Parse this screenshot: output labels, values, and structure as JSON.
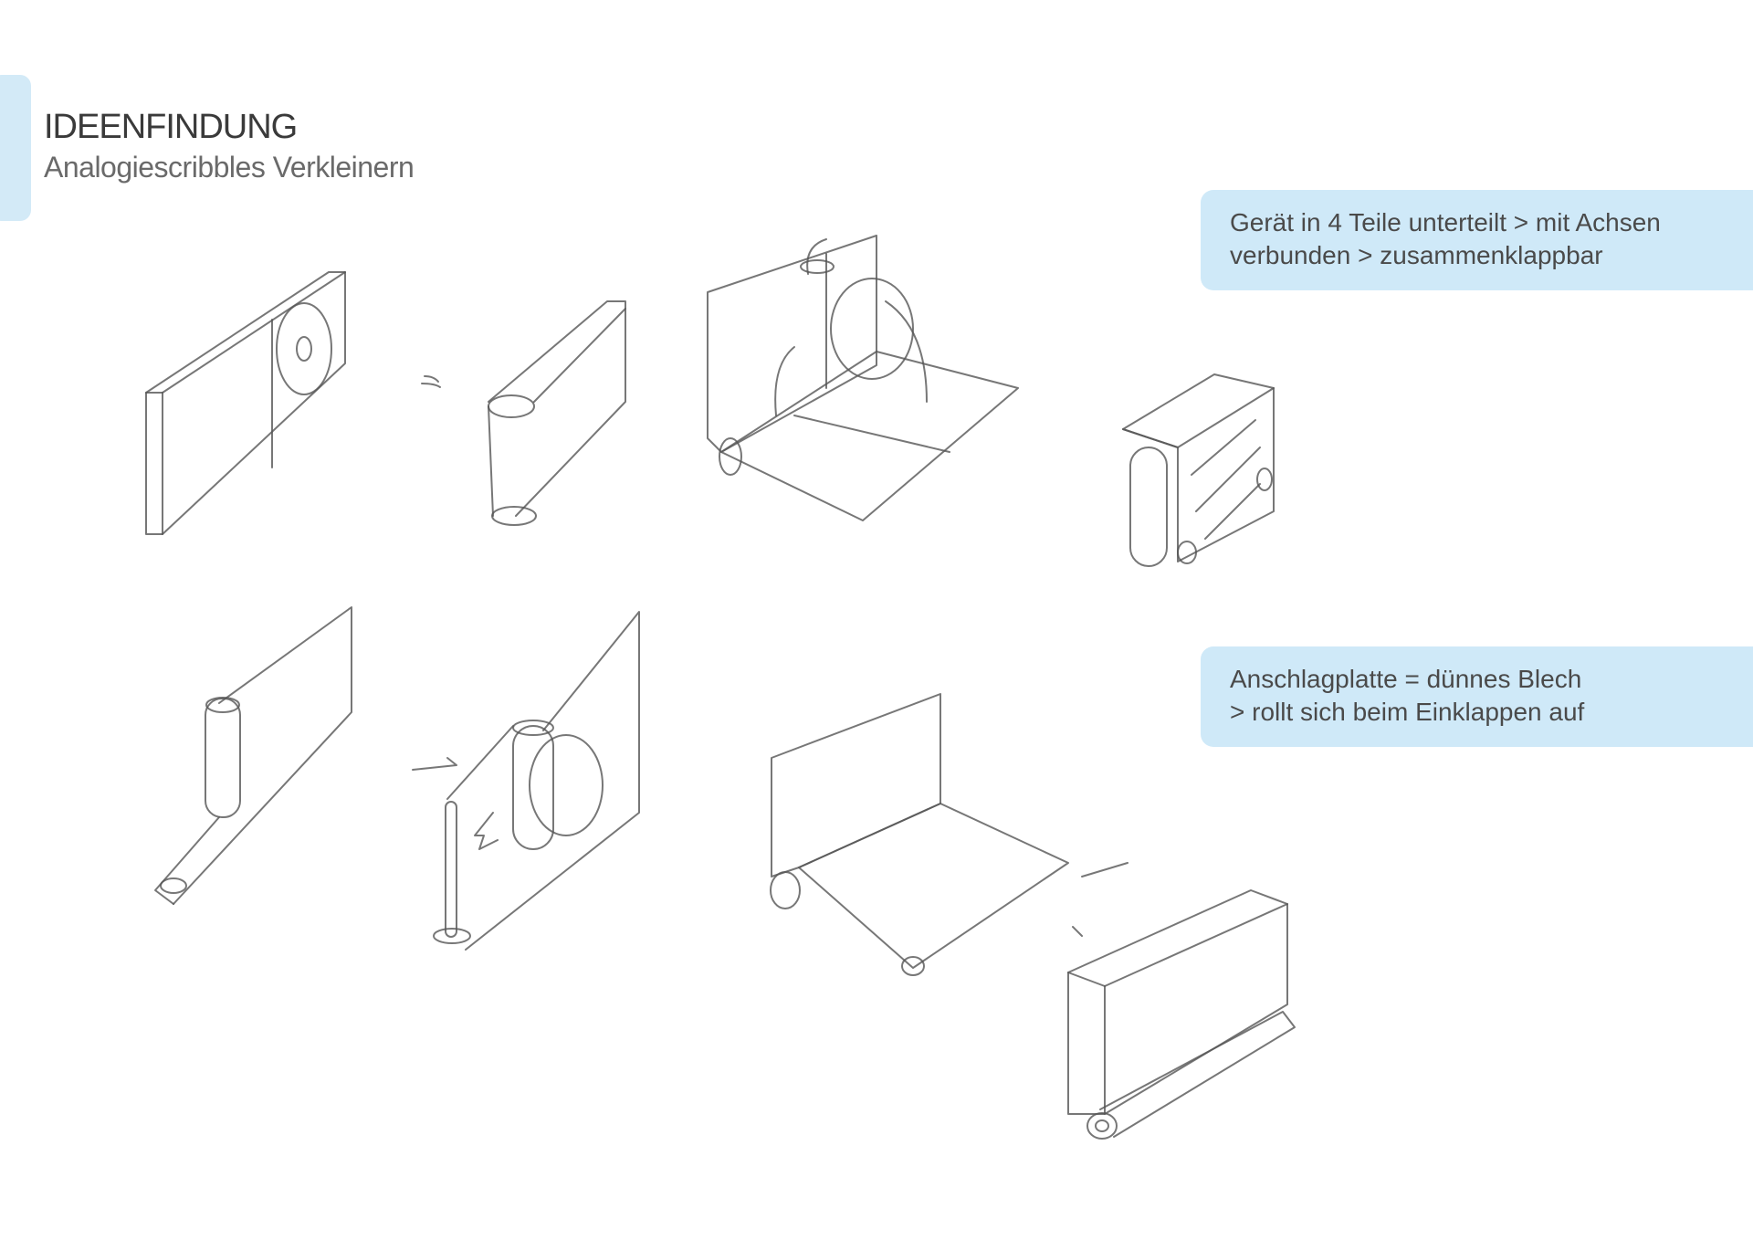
{
  "header": {
    "title": "IDEENFINDUNG",
    "subtitle": "Analogiescribbles Verkleinern"
  },
  "notes": [
    {
      "lines": [
        "Gerät in 4 Teile unterteilt > mit Achsen",
        "verbunden > zusammenklappbar"
      ]
    },
    {
      "lines": [
        "Anschlagplatte = dünnes Blech",
        "> rollt sich beim Einklappen auf"
      ]
    }
  ],
  "colors": {
    "accent": "#cfe9f8",
    "tab": "#d3eaf7"
  }
}
